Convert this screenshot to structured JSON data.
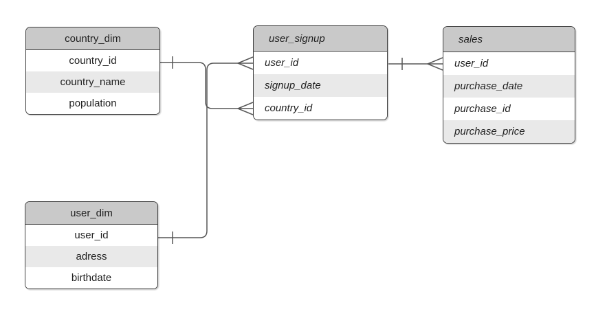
{
  "diagram": {
    "type": "entity-relationship",
    "entities": [
      {
        "id": "country_dim",
        "title": "country_dim",
        "text_style": "plain-centered",
        "columns": [
          "country_id",
          "country_name",
          "population"
        ]
      },
      {
        "id": "user_signup",
        "title": "user_signup",
        "text_style": "italic-left",
        "columns": [
          "user_id",
          "signup_date",
          "country_id"
        ]
      },
      {
        "id": "sales",
        "title": "sales",
        "text_style": "italic-left",
        "columns": [
          "user_id",
          "purchase_date",
          "purchase_id",
          "purchase_price"
        ]
      },
      {
        "id": "user_dim",
        "title": "user_dim",
        "text_style": "plain-centered",
        "columns": [
          "user_id",
          "adress",
          "birthdate"
        ]
      }
    ],
    "connectors": [
      {
        "from": "country_dim.country_id",
        "to": "user_signup.country_id",
        "from_cardinality": "one",
        "to_cardinality": "many"
      },
      {
        "from": "user_dim.user_id",
        "to": "user_signup.user_id",
        "from_cardinality": "one",
        "to_cardinality": "many"
      },
      {
        "from": "user_signup.user_id",
        "to": "sales.user_id",
        "from_cardinality": "one",
        "to_cardinality": "many"
      }
    ]
  },
  "colors": {
    "canvas_bg": "#ffffff",
    "header_fill": "#c9c9c9",
    "row_fill": "#ffffff",
    "row_alt_fill": "#e9e9e9",
    "border": "#3d3d3d",
    "connector": "#565656",
    "text": "#1f1f1f"
  }
}
